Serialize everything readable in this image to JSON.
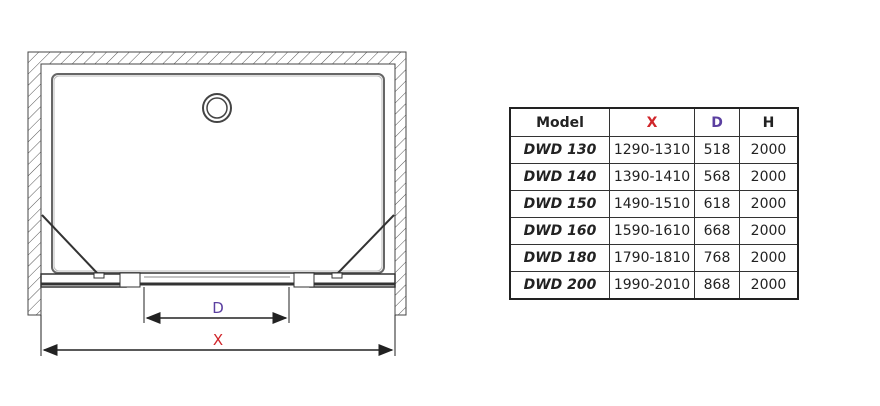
{
  "diagram": {
    "dimension_d_label": "D",
    "dimension_x_label": "X",
    "colors": {
      "x": "#d0262b",
      "d": "#5b3fa0"
    }
  },
  "table": {
    "headers": {
      "model": "Model",
      "x": "X",
      "d": "D",
      "h": "H"
    },
    "rows": [
      {
        "model": "DWD 130",
        "x": "1290-1310",
        "d": "518",
        "h": "2000"
      },
      {
        "model": "DWD 140",
        "x": "1390-1410",
        "d": "568",
        "h": "2000"
      },
      {
        "model": "DWD 150",
        "x": "1490-1510",
        "d": "618",
        "h": "2000"
      },
      {
        "model": "DWD 160",
        "x": "1590-1610",
        "d": "668",
        "h": "2000"
      },
      {
        "model": "DWD 180",
        "x": "1790-1810",
        "d": "768",
        "h": "2000"
      },
      {
        "model": "DWD 200",
        "x": "1990-2010",
        "d": "868",
        "h": "2000"
      }
    ]
  }
}
